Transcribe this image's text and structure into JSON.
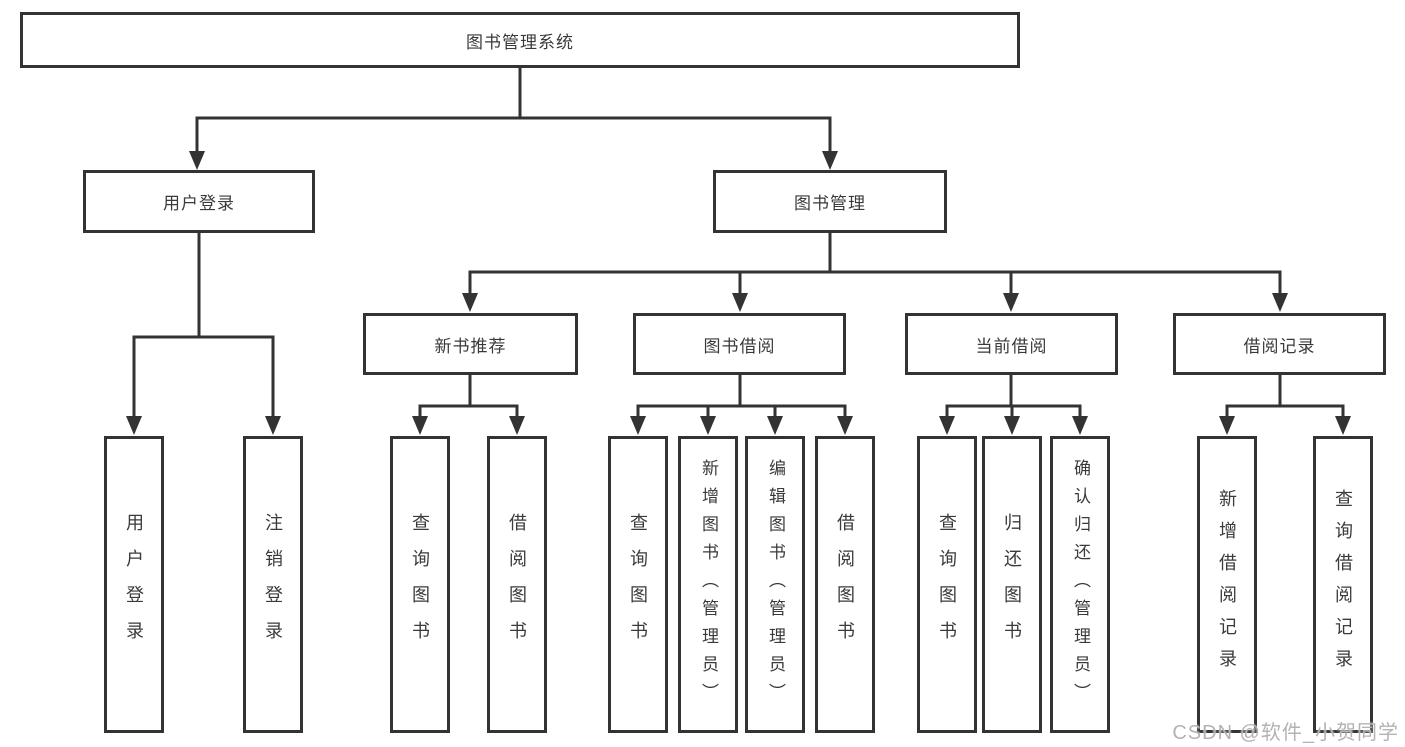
{
  "diagram": {
    "root": {
      "label": "图书管理系统"
    },
    "user_login": {
      "label": "用户登录",
      "children": [
        {
          "label": "用户登录"
        },
        {
          "label": "注销登录"
        }
      ]
    },
    "book_mgmt": {
      "label": "图书管理",
      "sections": {
        "new_books": {
          "label": "新书推荐",
          "children": [
            {
              "label": "查询图书"
            },
            {
              "label": "借阅图书"
            }
          ]
        },
        "book_borrow": {
          "label": "图书借阅",
          "children": [
            {
              "label": "查询图书"
            },
            {
              "label": "新增图书（管理员）"
            },
            {
              "label": "编辑图书（管理员）"
            },
            {
              "label": "借阅图书"
            }
          ]
        },
        "current_borrow": {
          "label": "当前借阅",
          "children": [
            {
              "label": "查询图书"
            },
            {
              "label": "归还图书"
            },
            {
              "label": "确认归还（管理员）"
            }
          ]
        },
        "borrow_records": {
          "label": "借阅记录",
          "children": [
            {
              "label": "新增借阅记录"
            },
            {
              "label": "查询借阅记录"
            }
          ]
        }
      }
    },
    "colors": {
      "line": "#333333",
      "box_border": "#333333",
      "text": "#3a3a3a",
      "background": "#ffffff",
      "watermark": "#b3b3b3"
    }
  },
  "watermark": {
    "text": "CSDN @软件_小贺同学"
  }
}
